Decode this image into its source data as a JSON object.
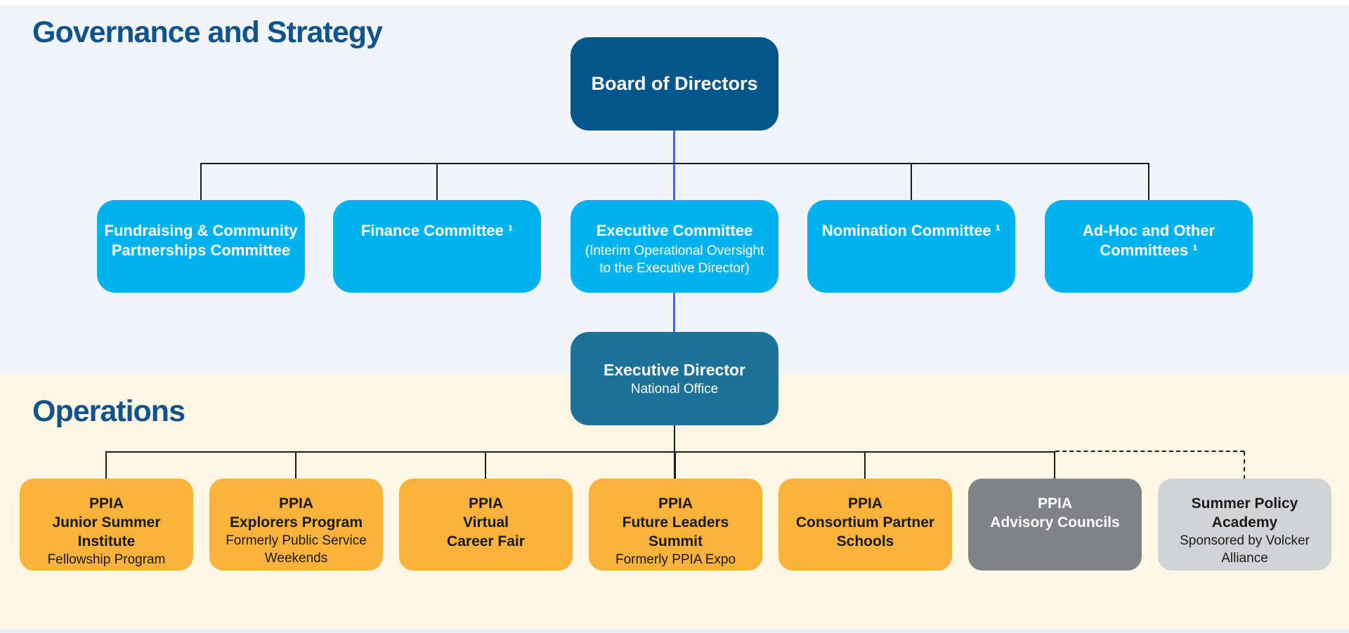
{
  "sections": {
    "governance": {
      "title": "Governance and Strategy"
    },
    "operations": {
      "title": "Operations"
    }
  },
  "board": {
    "label": "Board of Directors"
  },
  "committees": [
    {
      "title_lines": [
        "Fundraising & Community",
        "Partnerships Committee"
      ],
      "subtitle_lines": []
    },
    {
      "title_lines": [
        "Finance Committee ¹"
      ],
      "subtitle_lines": []
    },
    {
      "title_lines": [
        "Executive Committee"
      ],
      "subtitle_lines": [
        "(Interim Operational Oversight",
        "to the Executive Director)"
      ]
    },
    {
      "title_lines": [
        "Nomination Committee ¹"
      ],
      "subtitle_lines": []
    },
    {
      "title_lines": [
        "Ad-Hoc and Other",
        "Committees ¹"
      ],
      "subtitle_lines": []
    }
  ],
  "executive_director": {
    "title": "Executive Director",
    "subtitle": "National Office"
  },
  "programs": [
    {
      "title_lines": [
        "PPIA",
        "Junior Summer",
        "Institute"
      ],
      "subtitle_lines": [
        "Fellowship Program"
      ],
      "variant": "orange"
    },
    {
      "title_lines": [
        "PPIA",
        "Explorers Program"
      ],
      "subtitle_lines": [
        "Formerly Public Service",
        "Weekends"
      ],
      "variant": "orange"
    },
    {
      "title_lines": [
        "PPIA",
        "Virtual",
        "Career Fair"
      ],
      "subtitle_lines": [],
      "variant": "orange"
    },
    {
      "title_lines": [
        "PPIA",
        "Future Leaders",
        "Summit"
      ],
      "subtitle_lines": [
        "Formerly PPIA Expo"
      ],
      "variant": "orange"
    },
    {
      "title_lines": [
        "PPIA",
        "Consortium Partner",
        "Schools"
      ],
      "subtitle_lines": [],
      "variant": "orange"
    },
    {
      "title_lines": [
        "PPIA",
        "Advisory Councils"
      ],
      "subtitle_lines": [],
      "variant": "gray"
    },
    {
      "title_lines": [
        "Summer Policy",
        "Academy"
      ],
      "subtitle_lines": [
        "Sponsored by Volcker",
        "Alliance"
      ],
      "variant": "lightgray"
    }
  ],
  "colors": {
    "heading_blue": "#11538b",
    "board_dark_blue": "#05568a",
    "committee_light_blue": "#00b3ec",
    "executive_teal": "#1d7397",
    "program_orange": "#f9b23c",
    "program_gray": "#808285",
    "program_light_gray": "#d2d3d5",
    "connector_black": "#1b1b1b",
    "connector_blue": "#3b70d4",
    "governance_background": "#f1f4f9",
    "operations_background": "#fdf6e2"
  }
}
